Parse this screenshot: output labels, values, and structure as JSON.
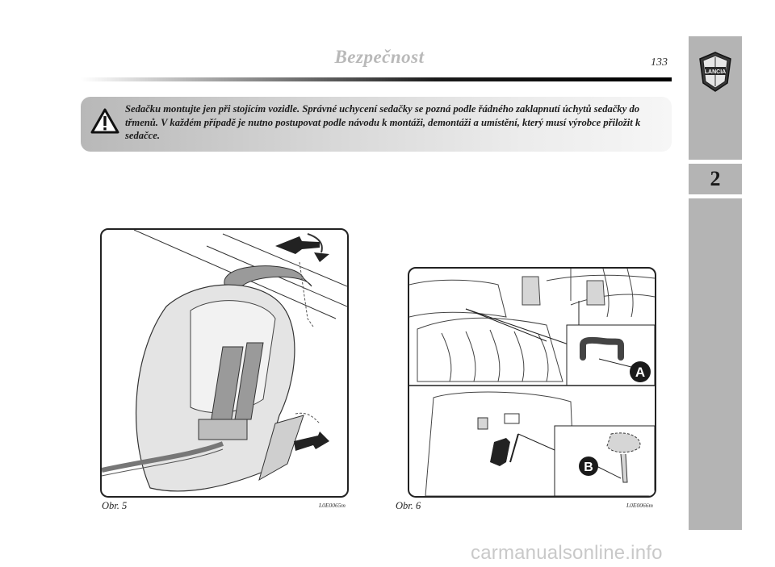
{
  "header": {
    "title": "Bezpečnost",
    "page_number": "133"
  },
  "warning": {
    "icon": "warning-triangle-icon",
    "text": "Sedačku montujte jen při stojícím vozidle. Správné uchycení sedačky se pozná podle řádného zaklapnutí úchytů sedačky do třmenů. V každém případě je nutno postupovat podle návodu k montáži, demontáži a umístění, který musí výrobce přiložit k sedačce."
  },
  "side": {
    "logo": "lancia-badge-icon",
    "logo_text": "LANCIA",
    "chapter": "2"
  },
  "figures": [
    {
      "caption": "Obr. 5",
      "code": "L0E0065m"
    },
    {
      "caption": "Obr. 6",
      "code": "L0E0066m",
      "label_a": "A",
      "label_b": "B"
    }
  ],
  "watermark": "carmanualsonline.info",
  "colors": {
    "tab_gray": "#b4b4b4",
    "title_gray": "#b9b9b9",
    "warning_bg": "#d6d6d6"
  }
}
